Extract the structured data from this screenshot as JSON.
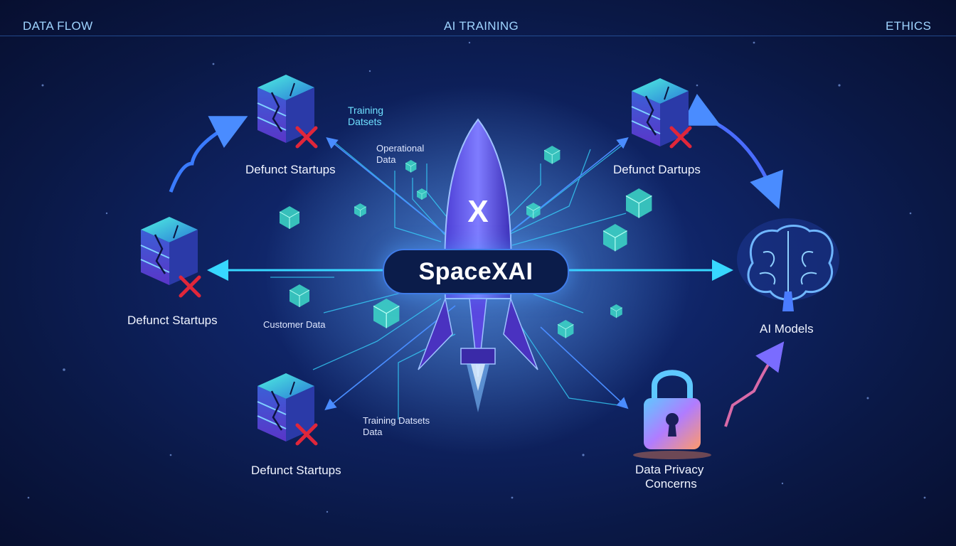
{
  "header": {
    "left": "DATA FLOW",
    "center": "AI TRAINING",
    "right": "ETHICS"
  },
  "center": {
    "title": "SpaceXAI",
    "logo": "X"
  },
  "nodes": {
    "top_left_startup": "Defunct Startups",
    "left_startup": "Defunct Startups",
    "bottom_left_startup": "Defunct Startups",
    "top_right_startup": "Defunct Dartups",
    "ai_models": "AI Models",
    "privacy_line1": "Data Privacy",
    "privacy_line2": "Concerns"
  },
  "flow_labels": {
    "training_line1": "Training",
    "training_line2": "Datsets",
    "operational_line1": "Operational",
    "operational_line2": "Data",
    "customer": "Customer Data",
    "bottom_training_line1": "Training Datsets",
    "bottom_training_line2": "Data"
  },
  "icons": {
    "server": "broken-server-icon",
    "reject": "red-x-icon",
    "brain": "brain-icon",
    "lock": "padlock-icon",
    "rocket": "rocket-icon",
    "cube": "data-cube-icon"
  },
  "colors": {
    "accent_cyan": "#37d7ff",
    "accent_blue": "#3a7bff",
    "reject_red": "#e0263a",
    "purple": "#7a4cff"
  }
}
